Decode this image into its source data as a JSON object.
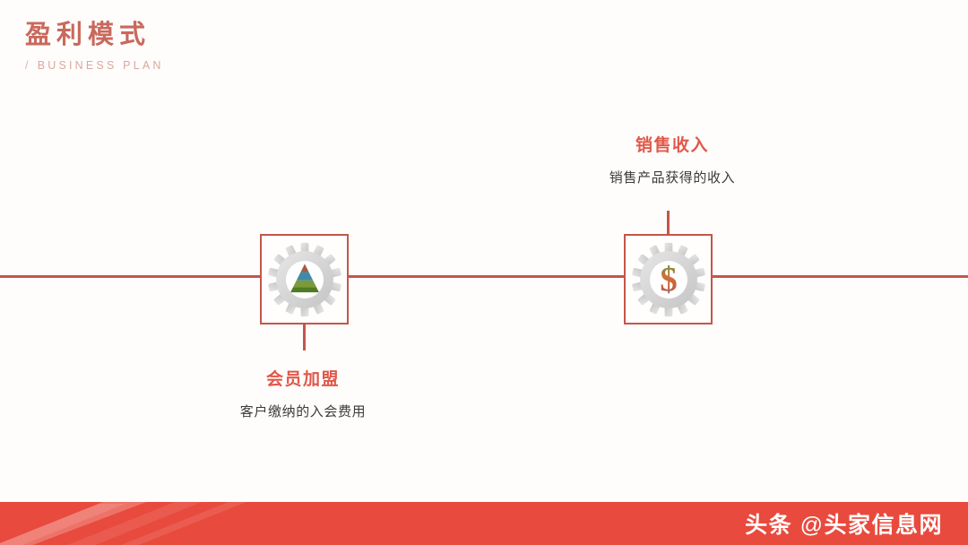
{
  "slide": {
    "background_color": "#fefdfc",
    "accent_color": "#c4564a",
    "footer_color": "#e84a3d"
  },
  "header": {
    "title": "盈利模式",
    "subtitle_slash": "/",
    "subtitle": "BUSINESS PLAN",
    "title_color": "#c9695c",
    "subtitle_color": "#dba79e"
  },
  "nodes": [
    {
      "id": "member-franchise",
      "icon": "gear-pyramid-icon",
      "title": "会员加盟",
      "description": "客户缴纳的入会费用",
      "title_color": "#e0584a",
      "position": "below",
      "pyramid_colors": [
        "#a05a46",
        "#3f8aa8",
        "#7c9a3a",
        "#4f7c22"
      ]
    },
    {
      "id": "sales-revenue",
      "icon": "gear-dollar-icon",
      "title": "销售收入",
      "description": "销售产品获得的收入",
      "title_color": "#e0584a",
      "position": "above",
      "dollar_colors": [
        "#4f9a2f",
        "#d2703a",
        "#2f94c4"
      ]
    }
  ],
  "footer": {
    "watermark_brand": "头条",
    "watermark_at": "@",
    "watermark_account": "头家信息网",
    "watermark_color": "#ffffff"
  }
}
